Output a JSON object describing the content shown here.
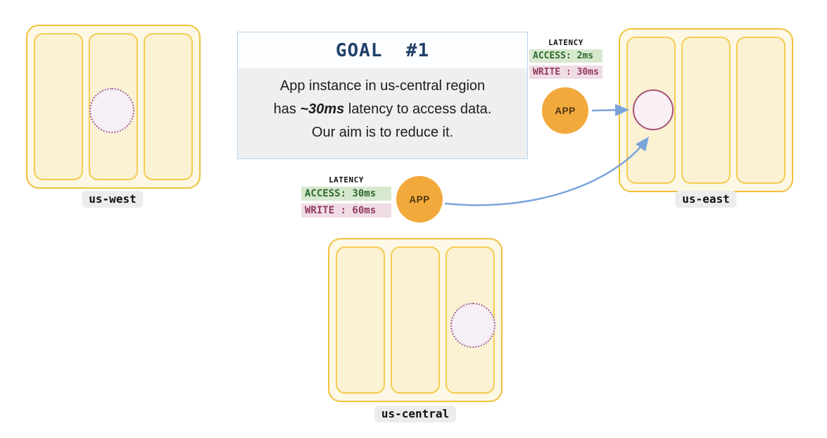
{
  "regions": {
    "us_west": {
      "label": "us-west"
    },
    "us_east": {
      "label": "us-east"
    },
    "us_central": {
      "label": "us-central"
    }
  },
  "goal": {
    "title": "GOAL  #1",
    "line1": "App instance in us-central region",
    "line2_prefix": "has ",
    "line2_emphasis": "~30ms",
    "line2_suffix": " latency to access data.",
    "line3": "Our aim is to reduce it."
  },
  "apps": {
    "east": {
      "label": "APP",
      "latency_title": "LATENCY",
      "access": "ACCESS: 2ms",
      "write": "WRITE : 30ms"
    },
    "central": {
      "label": "APP",
      "latency_title": "LATENCY",
      "access": "ACCESS: 30ms",
      "write": "WRITE : 60ms"
    }
  },
  "colors": {
    "region_border": "#EFC13B",
    "region_fill": "#FDF8E5",
    "zone_fill": "#FBF2D3",
    "app_fill": "#F2A93C",
    "arrow": "#7AA3DC",
    "access_bg": "#D7E8CF",
    "access_text": "#2F6B2F",
    "write_bg": "#EFDCE5",
    "write_text": "#93395F",
    "data_circle_border": "#A65177",
    "data_circle_fill": "#F8F0F4",
    "goal_title": "#21406B",
    "goal_border": "#B9D3EC",
    "goal_body_bg": "#EFEFEF",
    "label_pill_bg": "#ECECEC"
  }
}
